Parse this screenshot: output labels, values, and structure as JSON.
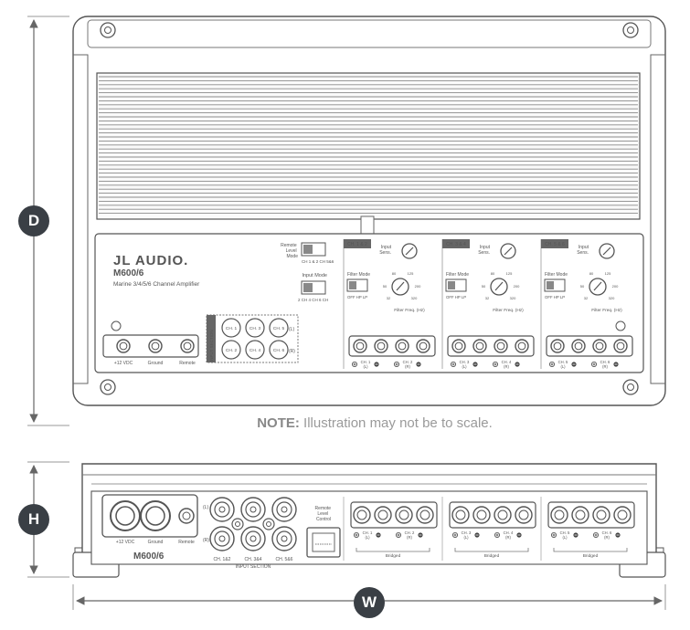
{
  "colors": {
    "line": "#4a4a4a",
    "light": "#bdbdbd",
    "badge": "#3a3f45",
    "note": "#9a9a9a"
  },
  "dimensions": {
    "depth": "D",
    "height": "H",
    "width": "W"
  },
  "note": {
    "label": "NOTE:",
    "text": "Illustration may not be to scale."
  },
  "top_view": {
    "brand": "JL AUDIO.",
    "model": "M600/6",
    "subtitle": "Marine 3/4/5/6 Channel Amplifier",
    "remote_level_mode": "Remote\nLevel\nMode",
    "remote_level_opts": "CH 1 & 2 CH 5&6",
    "input_mode": "Input Mode",
    "input_mode_opts": "2 CH  4 CH  6 CH",
    "input_section": "INPUT SECTION",
    "inputs": [
      "CH. 1",
      "CH. 3",
      "CH. 5",
      "CH. 2",
      "CH. 4",
      "CH. 6"
    ],
    "input_side": [
      "(L)",
      "(R)"
    ],
    "power_terminals": [
      "+12 VDC",
      "Ground",
      "Remote"
    ],
    "channel_groups": [
      {
        "tag": "CH. 1 & 2",
        "speaker_left": "CH. 1\n(L)",
        "speaker_right": "CH. 2\n(R)"
      },
      {
        "tag": "CH. 3 & 4",
        "speaker_left": "CH. 3\n(L)",
        "speaker_right": "CH. 4\n(R)"
      },
      {
        "tag": "CH. 5 & 6",
        "speaker_left": "CH. 5\n(L)",
        "speaker_right": "CH. 6\n(R)"
      }
    ],
    "input_sens": "Input\nSens.",
    "filter_mode": "Filter Mode",
    "filter_mode_opts": "OFF HP LP",
    "filter_freq": "Filter Freq. (Hz)",
    "freq_ticks": [
      "80",
      "125",
      "50",
      "200",
      "32",
      "320"
    ]
  },
  "front_view": {
    "model": "M600/6",
    "power_terminals": [
      "+12 VDC",
      "Ground",
      "Remote"
    ],
    "input_labels": [
      "CH. 1&2",
      "CH. 3&4",
      "CH. 5&6"
    ],
    "input_side": [
      "(L)",
      "(R)"
    ],
    "input_section": "INPUT SECTION",
    "remote_level": "Remote\nLevel\nControl",
    "bridged": "Bridged",
    "speaker_groups": [
      {
        "left": "CH. 1\n(L)",
        "right": "CH. 2\n(R)"
      },
      {
        "left": "CH. 3\n(L)",
        "right": "CH. 4\n(R)"
      },
      {
        "left": "CH. 5\n(L)",
        "right": "CH. 6\n(R)"
      }
    ]
  }
}
